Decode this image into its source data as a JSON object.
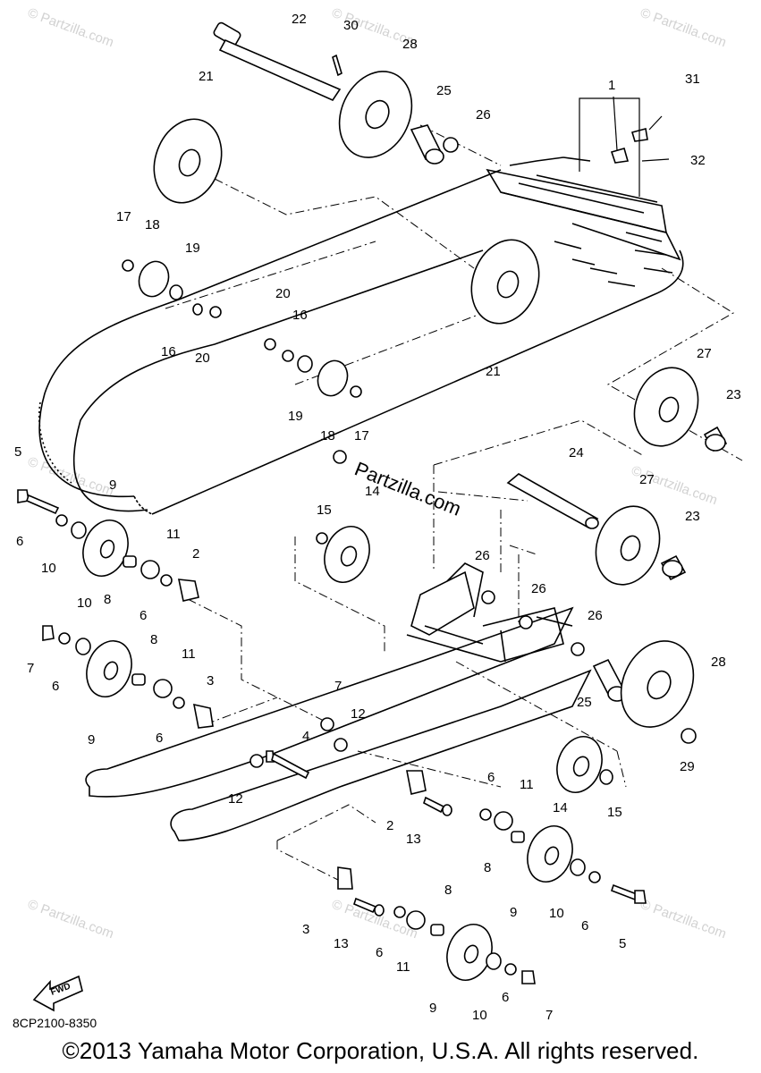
{
  "watermark": {
    "corner_text": "© Partzilla.com",
    "main_text": "Partzilla.com",
    "main_symbol": "©"
  },
  "diagram": {
    "code": "8CP2100-8350",
    "fwd_label": "FWD",
    "callouts": [
      "1",
      "2",
      "3",
      "4",
      "5",
      "6",
      "7",
      "8",
      "9",
      "10",
      "11",
      "12",
      "13",
      "14",
      "15",
      "16",
      "17",
      "18",
      "19",
      "20",
      "21",
      "22",
      "23",
      "24",
      "25",
      "26",
      "27",
      "28",
      "29",
      "30",
      "31",
      "32"
    ]
  },
  "footer": {
    "copyright": "©2013  Yamaha Motor Corporation, U.S.A. All rights reserved."
  }
}
